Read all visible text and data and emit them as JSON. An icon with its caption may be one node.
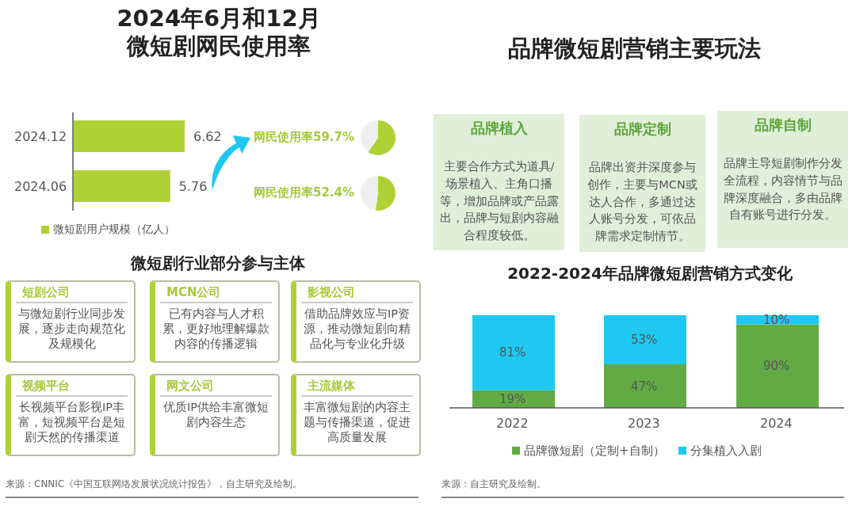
{
  "diagram": {
    "nodes": [
      {
        "text": [
          "短剧公司",
          "与微短剧行业同步发展，逐步走向规范化及规模化"
        ]
      },
      {
        "text": [
          "MCN公司",
          "已有内容与人才积累，更好地理解爆款内容的传播逻辑"
        ]
      },
      {
        "text": [
          "影视公司",
          "借助品牌效应与IP资源，推动微短剧向精品化与专业化升级"
        ]
      },
      {
        "text": [
          "视频平台",
          "长视频平台影视IP丰富，短视频平台是短剧天然的传播渠道"
        ]
      },
      {
        "text": [
          "网文公司",
          "优质IP供给丰富微短剧内容生态"
        ]
      },
      {
        "text": [
          "主流媒体",
          "丰富微短剧的内容主题与传播渠道，促进高质量发展"
        ]
      },
      {
        "text": [
          "品牌植入",
          "主要合作方式为道具/场景植入、主角口播等，增加品牌或产品露出，品牌与短剧内容融合程度较低。"
        ]
      },
      {
        "text": [
          "品牌定制",
          "品牌出资并深度参与创作，主要与MCN或达人合作，多通过达人账号分发，可依品牌需求定制情节。"
        ]
      },
      {
        "text": [
          "品牌自制",
          "品牌主导短剧制作分发全流程，内容情节与品牌深度融合，多由品牌自有账号进行分发。"
        ]
      }
    ],
    "labels": [
      "2024年6月和12月微短剧网民使用率",
      "品牌微短剧营销主要玩法",
      "微短剧行业部分参与主体",
      "来源：CNNIC《中国互联网络发展状况统计报告》，自主研究及绘制。",
      "来源：自主研究及绘制。"
    ],
    "chart_data": [
      {
        "type": "bar",
        "orientation": "horizontal",
        "categories": [
          "2024.12",
          "2024.06"
        ],
        "series": [
          {
            "name": "微短剧用户规模（亿人）",
            "color": "#b0d136",
            "values": [
              6.62,
              5.76
            ]
          }
        ],
        "data_labels": true
      },
      {
        "type": "pie",
        "title": "网民使用率59.7%",
        "series": [
          {
            "colors": [
              "#b0d136",
              "#efefef"
            ],
            "values": [
              59.7,
              40.3
            ]
          }
        ]
      },
      {
        "type": "pie",
        "title": "网民使用率52.4%",
        "series": [
          {
            "colors": [
              "#b0d136",
              "#efefef"
            ],
            "values": [
              52.4,
              47.6
            ]
          }
        ]
      },
      {
        "type": "bar",
        "title": "2022-2024年品牌微短剧营销方式变化",
        "categories": [
          "2022",
          "2023",
          "2024"
        ],
        "stacked": true,
        "series": [
          {
            "name": "品牌微短剧（定制+自制）",
            "color": "#62ab44",
            "values": [
              19,
              47,
              90
            ],
            "value_labels": [
              "19%",
              "47%",
              "90%"
            ]
          },
          {
            "name": "分集植入入剧",
            "color": "#1fc8f0",
            "values": [
              81,
              53,
              10
            ],
            "value_labels": [
              "81%",
              "53%",
              "10%"
            ]
          }
        ],
        "legend": "bottom"
      }
    ]
  }
}
